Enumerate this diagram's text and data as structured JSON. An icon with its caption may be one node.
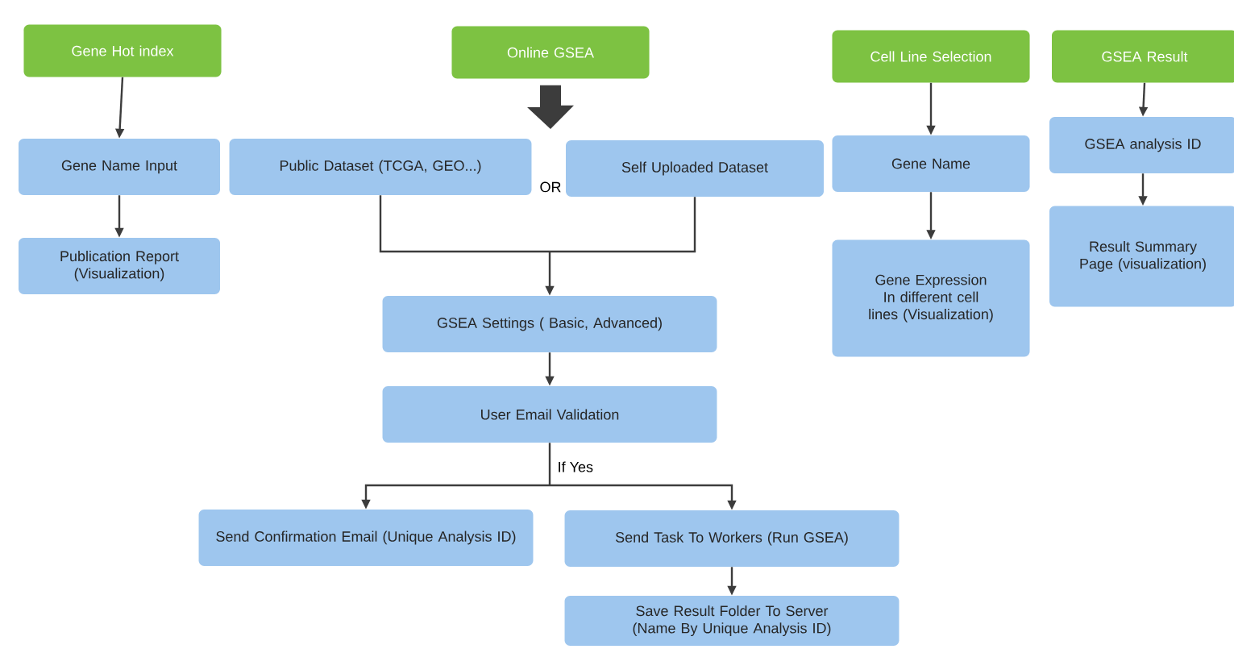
{
  "diagram": {
    "nodes": [
      {
        "text": [
          "Gene Hot index"
        ]
      },
      {
        "text": [
          "Online GSEA"
        ]
      },
      {
        "text": [
          "Cell Line Selection"
        ]
      },
      {
        "text": [
          "GSEA Result"
        ]
      },
      {
        "text": [
          "Gene Name Input"
        ]
      },
      {
        "text": [
          "Public Dataset (TCGA, GEO...)"
        ]
      },
      {
        "text": [
          "Self Uploaded Dataset"
        ]
      },
      {
        "text": [
          "Gene Name"
        ]
      },
      {
        "text": [
          "GSEA analysis ID"
        ]
      },
      {
        "text": [
          "Publication Report (Visualization)"
        ]
      },
      {
        "text": [
          "GSEA Settings ( Basic, Advanced)"
        ]
      },
      {
        "text": [
          "Gene Expression In different cell lines (Visualization)"
        ]
      },
      {
        "text": [
          "Result Summary Page (visualization)"
        ]
      },
      {
        "text": [
          "User Email Validation"
        ]
      },
      {
        "text": [
          "Send Confirmation Email (Unique Analysis ID)"
        ]
      },
      {
        "text": [
          "Send Task To Workers (Run GSEA)"
        ]
      },
      {
        "text": [
          "Save Result Folder To Server (Name By Unique Analysis ID)"
        ]
      }
    ],
    "edges": [
      {
        "from": 0,
        "to": 4,
        "arrow": "to"
      },
      {
        "from": 4,
        "to": 9,
        "arrow": "to"
      },
      {
        "from": 1,
        "to": 5,
        "arrow": "to",
        "style": "thick"
      },
      {
        "from": 1,
        "to": 6,
        "arrow": "to",
        "style": "thick"
      },
      {
        "from": 5,
        "to": 10,
        "arrow": "to"
      },
      {
        "from": 6,
        "to": 10,
        "arrow": "to"
      },
      {
        "from": 10,
        "to": 13,
        "arrow": "to"
      },
      {
        "from": 13,
        "to": 14,
        "arrow": "to",
        "label": "If Yes"
      },
      {
        "from": 13,
        "to": 15,
        "arrow": "to"
      },
      {
        "from": 15,
        "to": 16,
        "arrow": "to"
      },
      {
        "from": 2,
        "to": 7,
        "arrow": "to"
      },
      {
        "from": 7,
        "to": 11,
        "arrow": "to"
      },
      {
        "from": 3,
        "to": 8,
        "arrow": "to"
      },
      {
        "from": 8,
        "to": 12,
        "arrow": "to"
      }
    ],
    "labels": [
      "OR"
    ]
  }
}
